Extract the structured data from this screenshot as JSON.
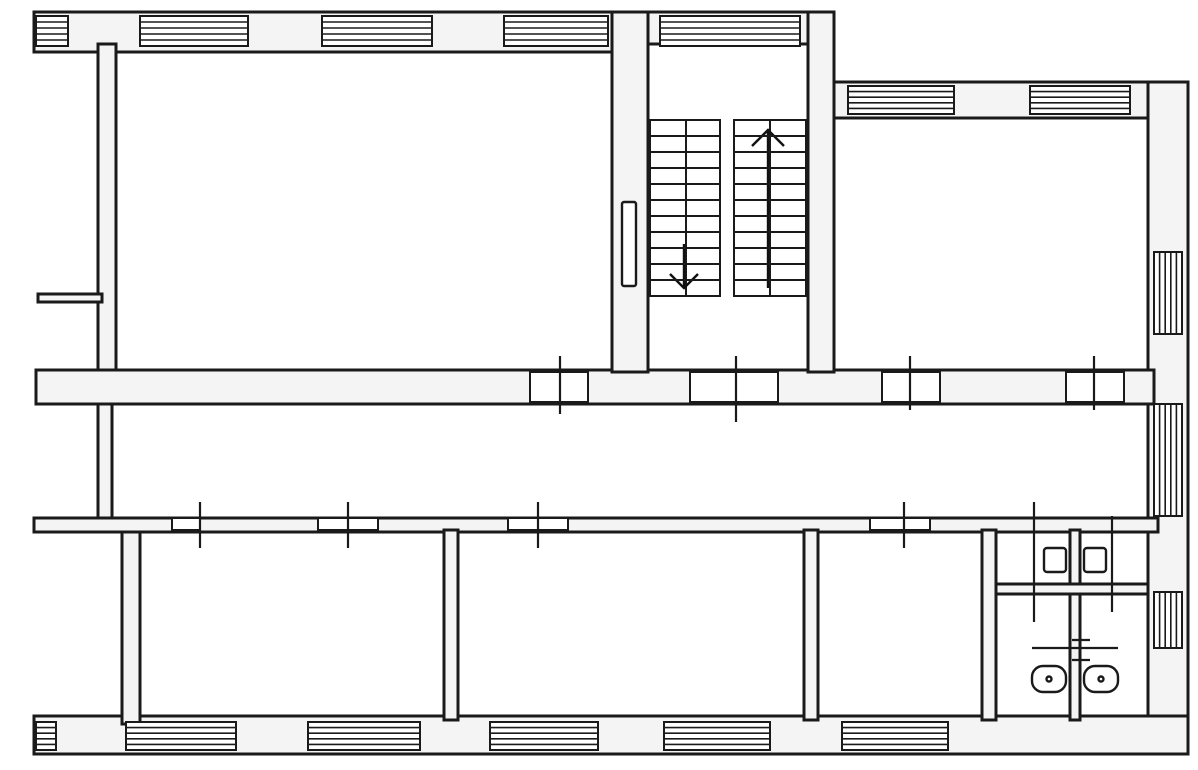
{
  "colors": {
    "wall_fill": "#f4f4f4",
    "line": "#1a1a1a",
    "background": "#ffffff"
  },
  "plan": {
    "rooms": [
      "room-top-left",
      "room-stairwell",
      "room-top-right",
      "room-corridor",
      "room-bottom-1",
      "room-bottom-2",
      "room-bottom-3",
      "room-wc-1",
      "room-wc-2",
      "room-wc-3",
      "room-wc-4"
    ],
    "stair": {
      "direction_up_icon": "arrow-up-icon",
      "direction_down_icon": "arrow-down-icon"
    },
    "fixtures": [
      "toilet-icon",
      "toilet-icon",
      "sink-icon",
      "sink-icon"
    ]
  }
}
